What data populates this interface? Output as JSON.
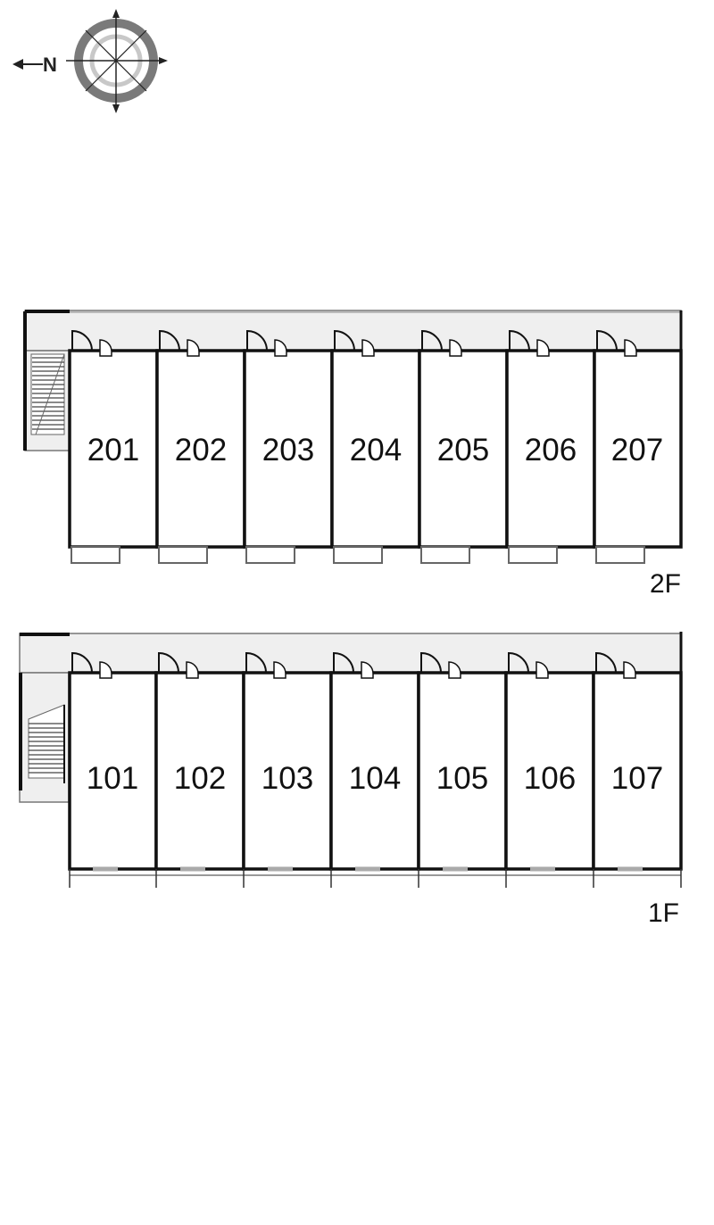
{
  "compass": {
    "north_label": "N",
    "icon": "compass-icon"
  },
  "floors": [
    {
      "id": "2F",
      "label": "2F",
      "units": [
        "201",
        "202",
        "203",
        "204",
        "205",
        "206",
        "207"
      ]
    },
    {
      "id": "1F",
      "label": "1F",
      "units": [
        "101",
        "102",
        "103",
        "104",
        "105",
        "106",
        "107"
      ]
    }
  ],
  "colors": {
    "wall": "#111111",
    "corridor": "#efefef",
    "balcony": "#888888",
    "compass_ring": "#7a7a7a"
  }
}
